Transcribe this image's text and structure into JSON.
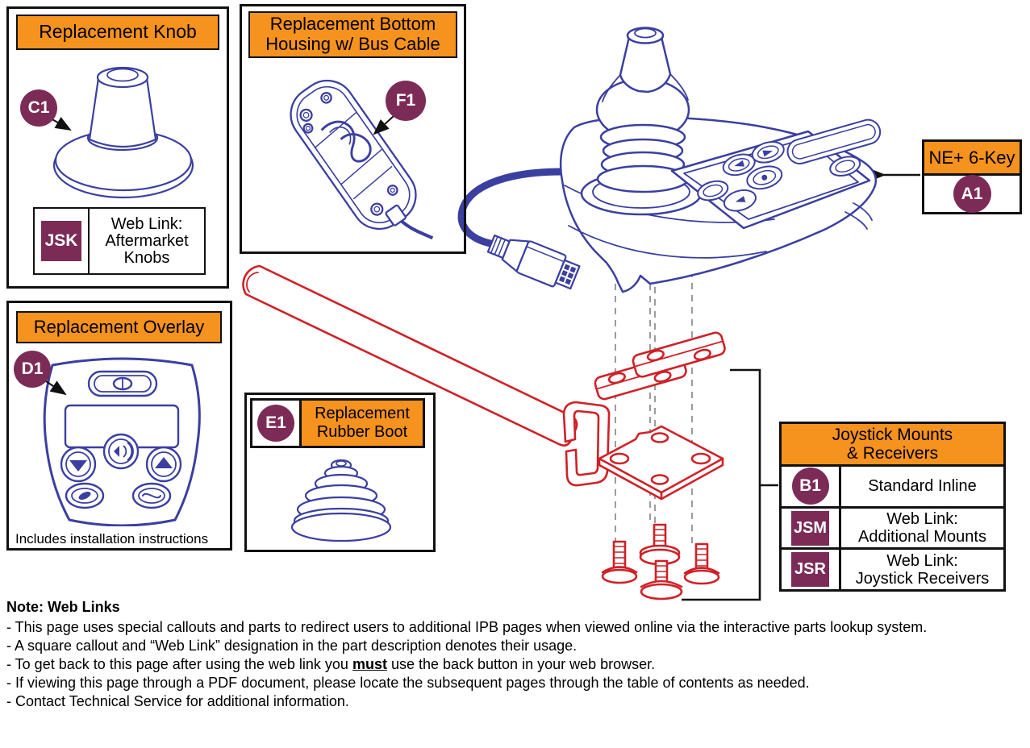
{
  "colors": {
    "accent_orange": "#F6921E",
    "callout_purple": "#7C2B57",
    "line_art_blue": "#3B3FA0",
    "line_art_red": "#D02027"
  },
  "knob_box": {
    "title": "Replacement Knob",
    "callout": "C1",
    "link_table": {
      "code": "JSK",
      "lines": [
        "Web Link:",
        "Aftermarket",
        "Knobs"
      ]
    }
  },
  "housing_box": {
    "title_lines": [
      "Replacement Bottom",
      "Housing w/ Bus Cable"
    ],
    "callout": "F1"
  },
  "overlay_box": {
    "title": "Replacement Overlay",
    "callout": "D1",
    "caption": "Includes installation instructions"
  },
  "boot_box": {
    "title_lines": [
      "Replacement",
      "Rubber Boot"
    ],
    "callout": "E1"
  },
  "joystick_label": {
    "title": "NE+ 6-Key",
    "callout": "A1"
  },
  "mounts_table": {
    "title_lines": [
      "Joystick Mounts",
      "& Receivers"
    ],
    "rows": [
      {
        "code": "B1",
        "shape": "circle",
        "lines": [
          "Standard Inline"
        ]
      },
      {
        "code": "JSM",
        "shape": "square",
        "lines": [
          "Web Link:",
          "Additional Mounts"
        ]
      },
      {
        "code": "JSR",
        "shape": "square",
        "lines": [
          "Web Link:",
          "Joystick Receivers"
        ]
      }
    ]
  },
  "note": {
    "heading": "Note: Web Links",
    "line1": "- This page uses special callouts and parts to redirect users to additional IPB pages when viewed online via the interactive parts lookup system.",
    "line2": "- A square callout and “Web Link” designation in the part description denotes their usage.",
    "line3_pre": "- To get back to this page after using the web link you ",
    "line3_emph": "must",
    "line3_post": " use the back button in your web browser.",
    "line4": "- If viewing this page through a PDF document, please locate the subsequent pages through the table of contents as needed.",
    "line5": "- Contact Technical Service for additional information."
  }
}
